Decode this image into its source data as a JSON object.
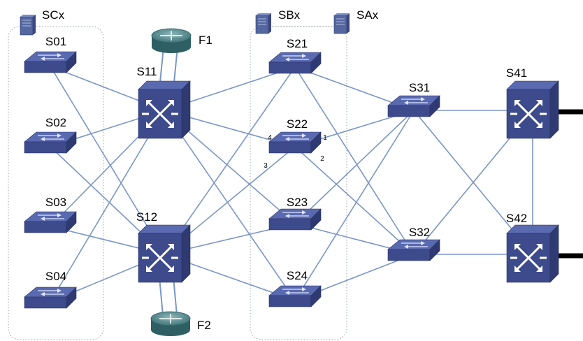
{
  "colors": {
    "link": "#7a96c8",
    "device_top": "#5a6ab0",
    "device_front": "#3d4a8c",
    "device_side": "#2f3a73",
    "router_top": "#4f8a8c",
    "router_body": "#2e5f63",
    "server": "#55679f",
    "group_border": "#9aa0a8",
    "trunk": "#000000"
  },
  "diagram": {
    "nodes": [
      {
        "id": "SCx",
        "kind": "server",
        "label": "SCx"
      },
      {
        "id": "SBx",
        "kind": "server",
        "label": "SBx"
      },
      {
        "id": "SAx",
        "kind": "server",
        "label": "SAx"
      },
      {
        "id": "F1",
        "kind": "router",
        "label": "F1"
      },
      {
        "id": "F2",
        "kind": "router",
        "label": "F2"
      },
      {
        "id": "S01",
        "kind": "switch",
        "label": "S01"
      },
      {
        "id": "S02",
        "kind": "switch",
        "label": "S02"
      },
      {
        "id": "S03",
        "kind": "switch",
        "label": "S03"
      },
      {
        "id": "S04",
        "kind": "switch",
        "label": "S04"
      },
      {
        "id": "S11",
        "kind": "core",
        "label": "S11"
      },
      {
        "id": "S12",
        "kind": "core",
        "label": "S12"
      },
      {
        "id": "S21",
        "kind": "switch",
        "label": "S21"
      },
      {
        "id": "S22",
        "kind": "switch",
        "label": "S22"
      },
      {
        "id": "S23",
        "kind": "switch",
        "label": "S23"
      },
      {
        "id": "S24",
        "kind": "switch",
        "label": "S24"
      },
      {
        "id": "S31",
        "kind": "switch",
        "label": "S31"
      },
      {
        "id": "S32",
        "kind": "switch",
        "label": "S32"
      },
      {
        "id": "S41",
        "kind": "core",
        "label": "S41"
      },
      {
        "id": "S42",
        "kind": "core",
        "label": "S42"
      }
    ],
    "port_labels": [
      {
        "node": "S22",
        "label": "1"
      },
      {
        "node": "S22",
        "label": "2"
      },
      {
        "node": "S22",
        "label": "3"
      },
      {
        "node": "S22",
        "label": "4"
      }
    ],
    "edges": [
      [
        "S01",
        "S11"
      ],
      [
        "S01",
        "S12"
      ],
      [
        "S02",
        "S11"
      ],
      [
        "S02",
        "S12"
      ],
      [
        "S03",
        "S11"
      ],
      [
        "S03",
        "S12"
      ],
      [
        "S04",
        "S11"
      ],
      [
        "S04",
        "S12"
      ],
      [
        "S11",
        "F1"
      ],
      [
        "S12",
        "F2"
      ],
      [
        "S11",
        "S21"
      ],
      [
        "S11",
        "S22"
      ],
      [
        "S11",
        "S23"
      ],
      [
        "S11",
        "S24"
      ],
      [
        "S12",
        "S21"
      ],
      [
        "S12",
        "S22"
      ],
      [
        "S12",
        "S23"
      ],
      [
        "S12",
        "S24"
      ],
      [
        "S21",
        "S31"
      ],
      [
        "S21",
        "S32"
      ],
      [
        "S22",
        "S31"
      ],
      [
        "S22",
        "S32"
      ],
      [
        "S23",
        "S31"
      ],
      [
        "S23",
        "S32"
      ],
      [
        "S24",
        "S31"
      ],
      [
        "S24",
        "S32"
      ],
      [
        "S31",
        "S41"
      ],
      [
        "S31",
        "S42"
      ],
      [
        "S32",
        "S41"
      ],
      [
        "S32",
        "S42"
      ],
      [
        "S41",
        "S42"
      ]
    ]
  }
}
